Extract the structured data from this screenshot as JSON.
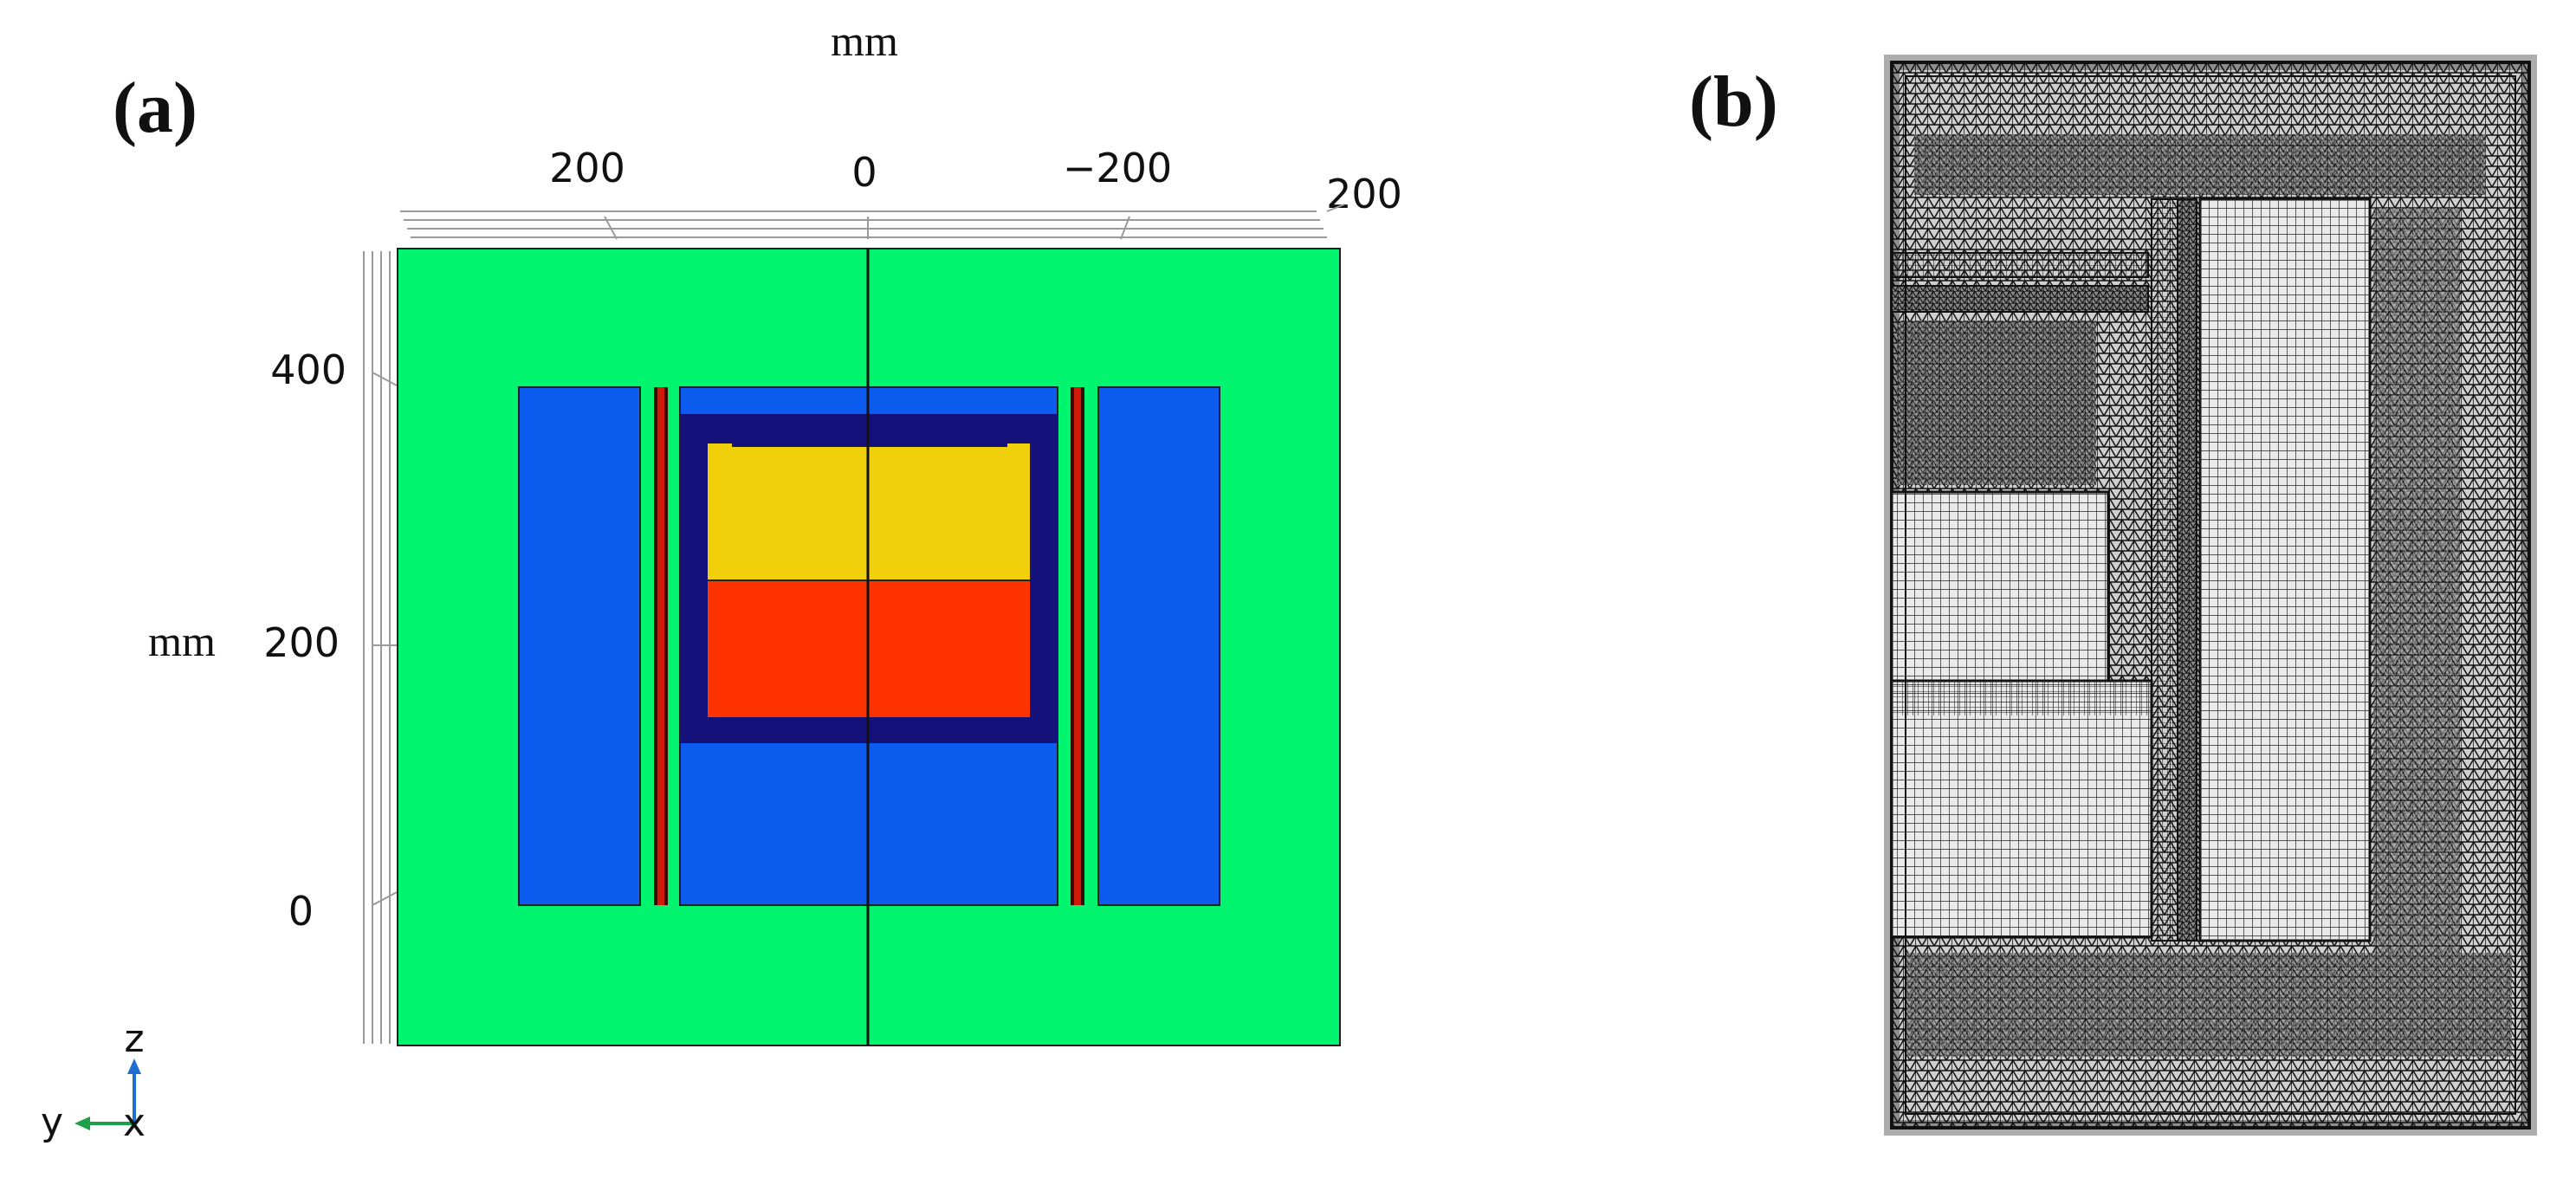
{
  "panel_a": {
    "label": "(a)",
    "top_axis": {
      "unit": "mm",
      "ticks": [
        "200",
        "0",
        "−200"
      ],
      "depth_tick": "200"
    },
    "left_axis": {
      "unit": "mm",
      "ticks": [
        "400",
        "200",
        "0"
      ]
    },
    "triad": {
      "z": "z",
      "y": "y",
      "x": "x"
    },
    "colors": {
      "background_domain": "#00f46e",
      "outer_blocks": "#0d5cf0",
      "thin_strip_red": "#d11a0a",
      "thin_strip_dark": "#3a0a05",
      "frame": "#15117a",
      "upper_fill": "#f0d00a",
      "lower_fill": "#ff3300",
      "triad_z": "#1e6fd0",
      "triad_y": "#1da049"
    }
  },
  "panel_b": {
    "label": "(b)",
    "colors": {
      "mesh_line": "#111111",
      "mesh_bg": "#ffffff"
    }
  }
}
